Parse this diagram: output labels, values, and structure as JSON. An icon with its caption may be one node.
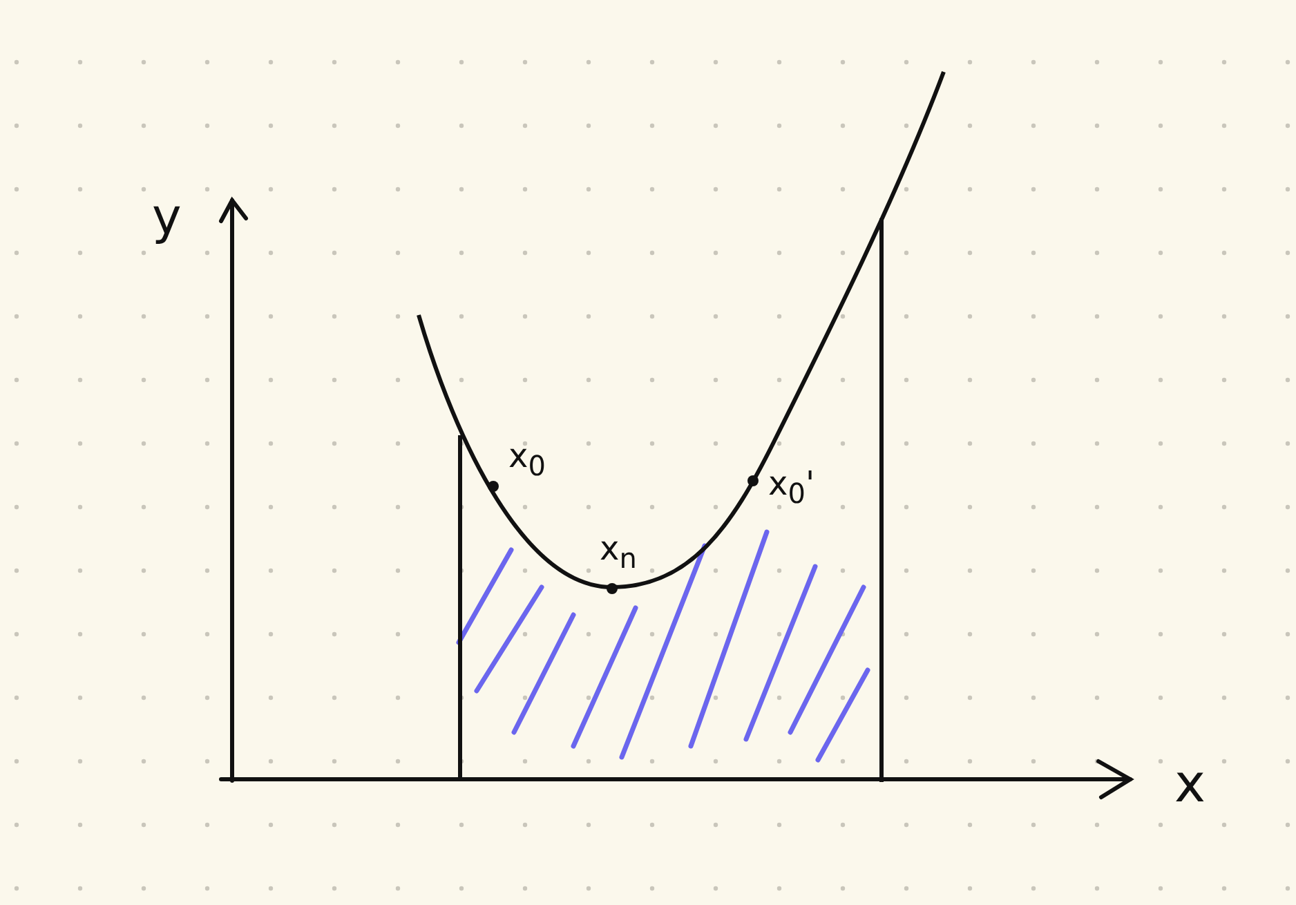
{
  "diagram": {
    "labels": [
      "y",
      "x$_{0}$",
      "x$_{0}$'",
      "x$_{n}$",
      "x"
    ]
  }
}
